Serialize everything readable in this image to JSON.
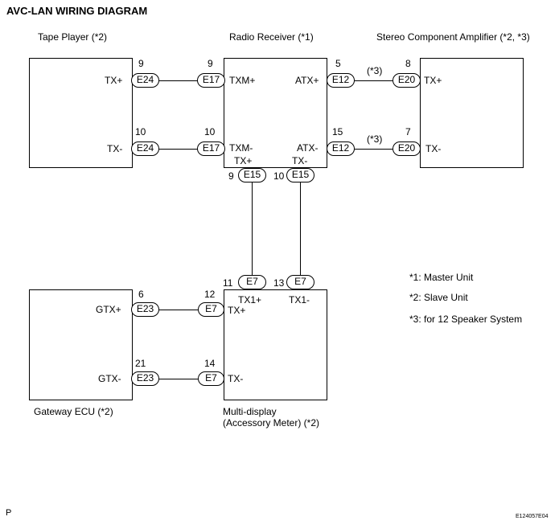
{
  "title": "AVC-LAN WIRING DIAGRAM",
  "components": {
    "tape_player": "Tape Player (*2)",
    "radio_receiver": "Radio Receiver (*1)",
    "stereo_amp": "Stereo Component Amplifier (*2, *3)",
    "gateway_ecu": "Gateway ECU (*2)",
    "multi_display_1": "Multi-display",
    "multi_display_2": "(Accessory Meter) (*2)"
  },
  "terminals": {
    "tape_tx_plus": "TX+",
    "tape_tx_minus": "TX-",
    "radio_txm_plus": "TXM+",
    "radio_txm_minus": "TXM-",
    "radio_atx_plus": "ATX+",
    "radio_atx_minus": "ATX-",
    "radio_tx_plus": "TX+",
    "radio_tx_minus": "TX-",
    "amp_tx_plus": "TX+",
    "amp_tx_minus": "TX-",
    "gw_gtx_plus": "GTX+",
    "gw_gtx_minus": "GTX-",
    "md_tx1_plus": "TX1+",
    "md_tx1_minus": "TX1-",
    "md_tx_plus": "TX+",
    "md_tx_minus": "TX-"
  },
  "connectors": {
    "e24_a": "E24",
    "e24_b": "E24",
    "e17_a": "E17",
    "e17_b": "E17",
    "e12_a": "E12",
    "e12_b": "E12",
    "e20_a": "E20",
    "e20_b": "E20",
    "e15_a": "E15",
    "e15_b": "E15",
    "e7_a": "E7",
    "e7_b": "E7",
    "e7_c": "E7",
    "e7_d": "E7",
    "e23_a": "E23",
    "e23_b": "E23"
  },
  "pins": {
    "p_tape_9": "9",
    "p_tape_10": "10",
    "p_radio_9": "9",
    "p_radio_10": "10",
    "p_radio_5": "5",
    "p_radio_15": "15",
    "p_amp_8": "8",
    "p_amp_7": "7",
    "p_radio_b9": "9",
    "p_radio_b10": "10",
    "p_md_11": "11",
    "p_md_13": "13",
    "p_gw_6": "6",
    "p_gw_21": "21",
    "p_md_12": "12",
    "p_md_14": "14"
  },
  "notes": {
    "wire_note_1": "(*3)",
    "wire_note_2": "(*3)",
    "legend_1": "*1: Master Unit",
    "legend_2": "*2: Slave Unit",
    "legend_3": "*3: for 12 Speaker System"
  },
  "footer": {
    "page_letter": "P",
    "code": "E124057E04"
  }
}
